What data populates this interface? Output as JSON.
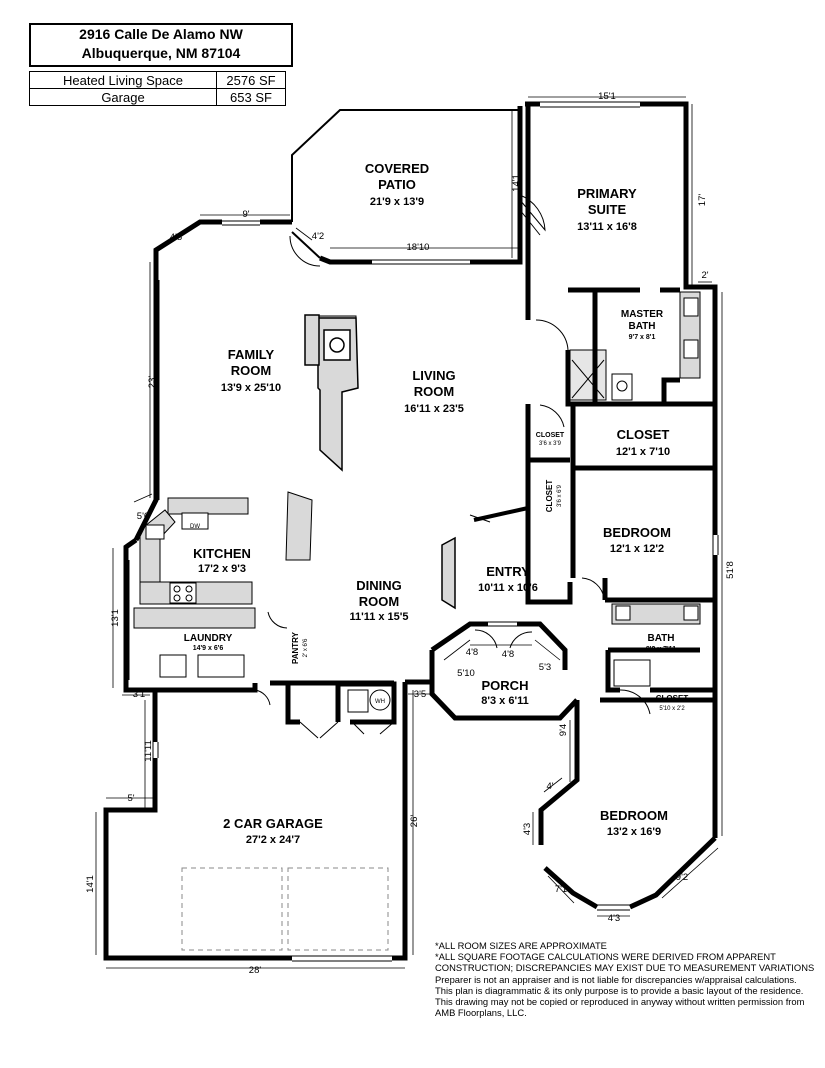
{
  "header": {
    "address_line1": "2916 Calle De Alamo NW",
    "address_line2": "Albuquerque, NM 87104"
  },
  "area_table": [
    {
      "label": "Heated Living Space",
      "value": "2576 SF"
    },
    {
      "label": "Garage",
      "value": "653 SF"
    }
  ],
  "rooms": {
    "covered_patio": {
      "name1": "COVERED",
      "name2": "PATIO",
      "dims": "21'9 x 13'9"
    },
    "primary_suite": {
      "name1": "PRIMARY",
      "name2": "SUITE",
      "dims": "13'11 x 16'8"
    },
    "family_room": {
      "name1": "FAMILY",
      "name2": "ROOM",
      "dims": "13'9 x 25'10"
    },
    "living_room": {
      "name1": "LIVING",
      "name2": "ROOM",
      "dims": "16'11 x 23'5"
    },
    "master_bath": {
      "name1": "MASTER",
      "name2": "BATH",
      "dims": "9'7 x 8'1"
    },
    "closet_main": {
      "name": "CLOSET",
      "dims": "12'1 x 7'10"
    },
    "closet_small": {
      "name": "CLOSET",
      "dims": "3'6 x 3'9"
    },
    "closet_vert": {
      "name": "CLOSET",
      "dims": "3'6 x 6'9"
    },
    "bedroom_2": {
      "name": "BEDROOM",
      "dims": "12'1 x 12'2"
    },
    "kitchen": {
      "name": "KITCHEN",
      "dims": "17'2 x 9'3"
    },
    "dining_room": {
      "name1": "DINING",
      "name2": "ROOM",
      "dims": "11'11 x 15'5"
    },
    "entry": {
      "name": "ENTRY",
      "dims": "10'11 x 10'6"
    },
    "laundry": {
      "name": "LAUNDRY",
      "dims": "14'9 x 6'6"
    },
    "pantry": {
      "name": "PANTRY",
      "dims": "2' x 6'6"
    },
    "bath": {
      "name": "BATH",
      "dims": "8'2 x 7'11"
    },
    "closet_bath": {
      "name": "CLOSET",
      "dims": "5'10 x 2'2"
    },
    "porch": {
      "name": "PORCH",
      "dims": "8'3 x 6'11"
    },
    "bedroom_3": {
      "name": "BEDROOM",
      "dims": "13'2 x 16'9"
    },
    "garage": {
      "name": "2 CAR GARAGE",
      "dims": "27'2 x 24'7"
    }
  },
  "fixtures": {
    "dishwasher": "DW",
    "water_heater": "WH"
  },
  "measurements": {
    "m_15_1": "15'1",
    "m_17": "17'",
    "m_14_1_patio": "14'1",
    "m_2": "2'",
    "m_9": "9'",
    "m_4_5": "4'5",
    "m_4_2": "4'2",
    "m_18_10": "18'10",
    "m_23": "23'",
    "m_5_6": "5'6",
    "m_13_1": "13'1",
    "m_51_8": "51'8",
    "m_4_8": "4'8",
    "m_5_3": "5'3",
    "m_5_10": "5'10",
    "m_3_1": "3'1",
    "m_3_5": "3'5",
    "m_9_4": "9'4",
    "m_4": "4'",
    "m_4_3_side": "4'3",
    "m_11_11": "11'11",
    "m_5": "5'",
    "m_26": "26'",
    "m_14_1_garage": "14'1",
    "m_28": "28'",
    "m_7_1": "7'1",
    "m_4_3_bottom": "4'3",
    "m_9_2": "9'2"
  },
  "notes": [
    "*ALL ROOM SIZES ARE APPROXIMATE",
    "*ALL SQUARE FOOTAGE CALCULATIONS WERE DERIVED FROM APPARENT CONSTRUCTION; DISCREPANCIES MAY EXIST DUE TO MEASUREMENT VARIATIONS",
    "Preparer is not an appraiser and is not liable for discrepancies w/appraisal calculations.  This plan is diagrammatic & its only purpose is to provide a basic layout of the residence.",
    "This drawing may not be copied or reproduced in anyway without written permission from AMB Floorplans, LLC."
  ]
}
